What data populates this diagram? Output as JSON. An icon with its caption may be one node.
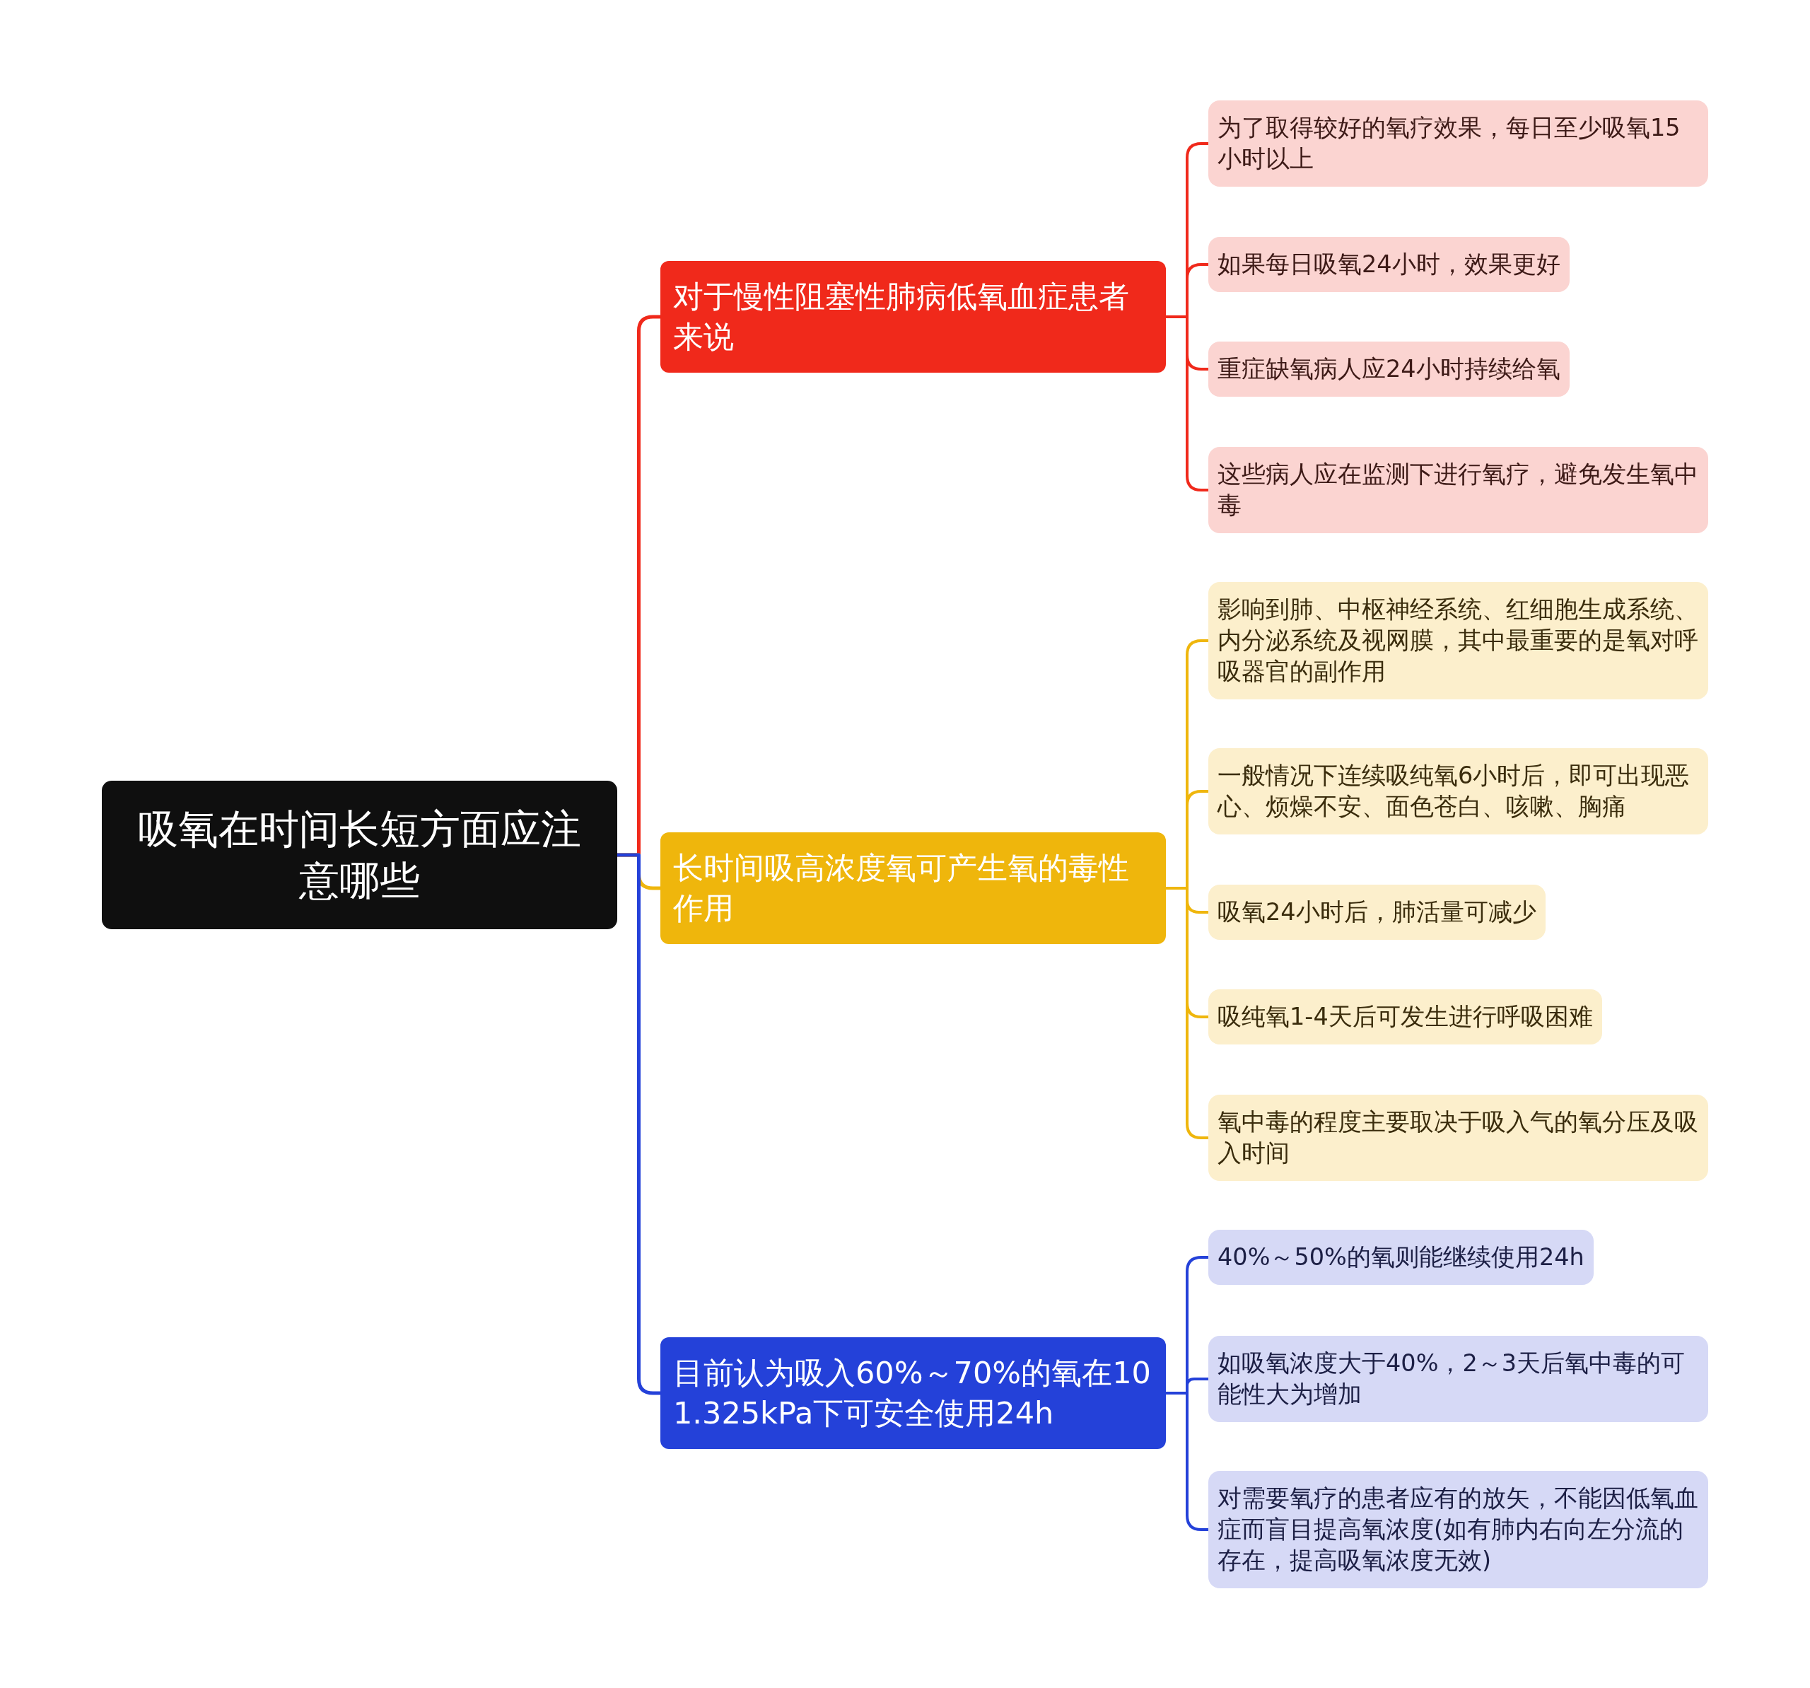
{
  "diagram": {
    "nodes": [
      {
        "text": [
          "吸氧在时间长短方面应注意哪些"
        ]
      },
      {
        "text": [
          "对于慢性阻塞性肺病低氧血症患者来说"
        ]
      },
      {
        "text": [
          "为了取得较好的氧疗效果，每日至少吸氧15小时以上"
        ]
      },
      {
        "text": [
          "如果每日吸氧24小时，效果更好"
        ]
      },
      {
        "text": [
          "重症缺氧病人应24小时持续给氧"
        ]
      },
      {
        "text": [
          "这些病人应在监测下进行氧疗，避免发生氧中毒"
        ]
      },
      {
        "text": [
          "长时间吸高浓度氧可产生氧的毒性作用"
        ]
      },
      {
        "text": [
          "影响到肺、中枢神经系统、红细胞生成系统、内分泌系统及视网膜，其中最重要的是氧对呼吸器官的副作用"
        ]
      },
      {
        "text": [
          "一般情况下连续吸纯氧6小时后，即可出现恶心、烦燥不安、面色苍白、咳嗽、胸痛"
        ]
      },
      {
        "text": [
          "吸氧24小时后，肺活量可减少"
        ]
      },
      {
        "text": [
          "吸纯氧1-4天后可发生进行呼吸困难"
        ]
      },
      {
        "text": [
          "氧中毒的程度主要取决于吸入气的氧分压及吸入时间"
        ]
      },
      {
        "text": [
          "目前认为吸入60%～70%的氧在101.325kPa下可安全使用24h"
        ]
      },
      {
        "text": [
          "40%～50%的氧则能继续使用24h"
        ]
      },
      {
        "text": [
          "如吸氧浓度大于40%，2～3天后氧中毒的可能性大为增加"
        ]
      },
      {
        "text": [
          "对需要氧疗的患者应有的放矢，不能因低氧血症而盲目提高氧浓度(如有肺内右向左分流的存在，提高吸氧浓度无效)"
        ]
      }
    ],
    "edges": [
      {
        "from": 0,
        "to": 1,
        "arrow": "none",
        "color": "#f0291b"
      },
      {
        "from": 0,
        "to": 6,
        "arrow": "none",
        "color": "#efb60c"
      },
      {
        "from": 0,
        "to": 12,
        "arrow": "none",
        "color": "#2441d9"
      },
      {
        "from": 1,
        "to": 2,
        "arrow": "none",
        "color": "#f0291b"
      },
      {
        "from": 1,
        "to": 3,
        "arrow": "none",
        "color": "#f0291b"
      },
      {
        "from": 1,
        "to": 4,
        "arrow": "none",
        "color": "#f0291b"
      },
      {
        "from": 1,
        "to": 5,
        "arrow": "none",
        "color": "#f0291b"
      },
      {
        "from": 6,
        "to": 7,
        "arrow": "none",
        "color": "#efb60c"
      },
      {
        "from": 6,
        "to": 8,
        "arrow": "none",
        "color": "#efb60c"
      },
      {
        "from": 6,
        "to": 9,
        "arrow": "none",
        "color": "#efb60c"
      },
      {
        "from": 6,
        "to": 10,
        "arrow": "none",
        "color": "#efb60c"
      },
      {
        "from": 6,
        "to": 11,
        "arrow": "none",
        "color": "#efb60c"
      },
      {
        "from": 12,
        "to": 13,
        "arrow": "none",
        "color": "#2441d9"
      },
      {
        "from": 12,
        "to": 14,
        "arrow": "none",
        "color": "#2441d9"
      },
      {
        "from": 12,
        "to": 15,
        "arrow": "none",
        "color": "#2441d9"
      }
    ]
  }
}
